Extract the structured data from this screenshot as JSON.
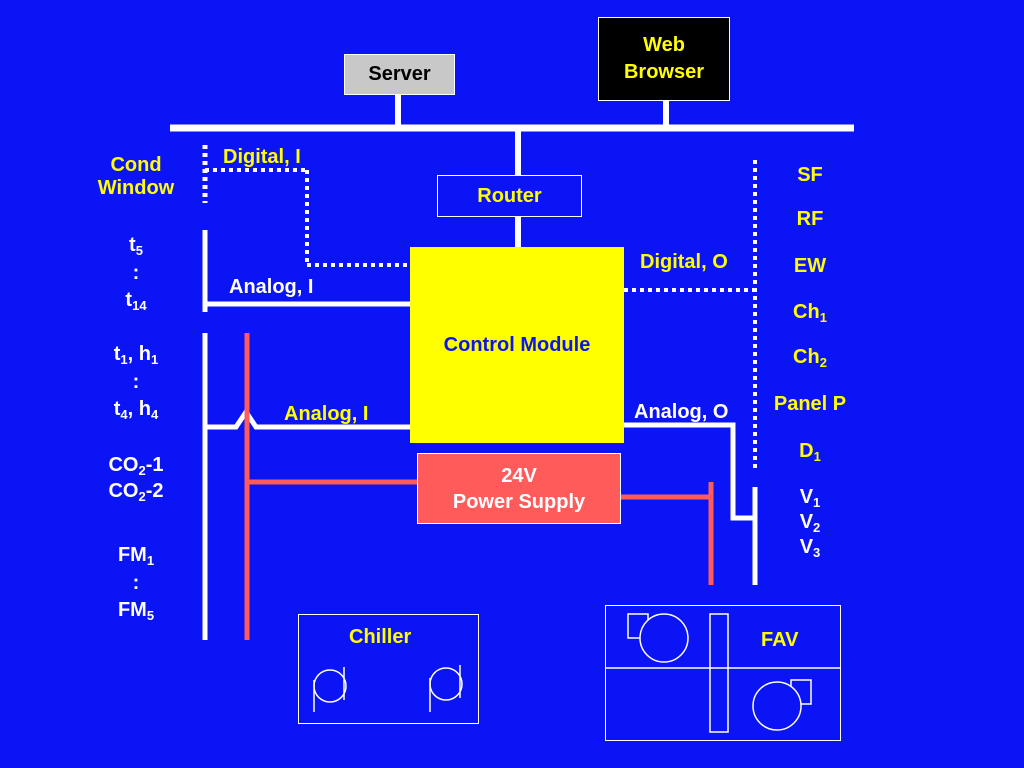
{
  "colors": {
    "background": "#0a14f5",
    "wire": "#ffffff",
    "power_wire": "#ff5b5b",
    "control_module": "#ffff00",
    "power_supply": "#ff5b5b",
    "label_yellow": "#ffff00",
    "label_white": "#ffffff"
  },
  "nodes": {
    "server": "Server",
    "web_browser_line1": "Web",
    "web_browser_line2": "Browser",
    "router": "Router",
    "control_module": "Control Module",
    "power_supply_line1": "24V",
    "power_supply_line2": "Power Supply",
    "chiller": "Chiller",
    "fav": "FAV"
  },
  "connections": {
    "digital_in": "Digital, I",
    "analog_in_top": "Analog, I",
    "analog_in_bottom": "Analog, I",
    "digital_out": "Digital, O",
    "analog_out": "Analog, O"
  },
  "left_inputs": {
    "cond_window_line1": "Cond",
    "cond_window_line2": "Window",
    "t5": {
      "base": "t",
      "sub": "5"
    },
    "colon1": ":",
    "t14": {
      "base": "t",
      "sub": "14"
    },
    "t1h1": {
      "a": "t",
      "a_sub": "1",
      "sep": ", ",
      "b": "h",
      "b_sub": "1"
    },
    "colon2": ":",
    "t4h4": {
      "a": "t",
      "a_sub": "4",
      "sep": ", ",
      "b": "h",
      "b_sub": "4"
    },
    "co2_1": {
      "base": "CO",
      "sub": "2",
      "suffix": "-1"
    },
    "co2_2": {
      "base": "CO",
      "sub": "2",
      "suffix": "-2"
    },
    "fm1": {
      "base": "FM",
      "sub": "1"
    },
    "colon3": ":",
    "fm5": {
      "base": "FM",
      "sub": "5"
    }
  },
  "right_outputs": {
    "sf": "SF",
    "rf": "RF",
    "ew": "EW",
    "ch1": {
      "base": "Ch",
      "sub": "1"
    },
    "ch2": {
      "base": "Ch",
      "sub": "2"
    },
    "panel_p": "Panel P",
    "d1": {
      "base": "D",
      "sub": "1"
    },
    "v1": {
      "base": "V",
      "sub": "1"
    },
    "v2": {
      "base": "V",
      "sub": "2"
    },
    "v3": {
      "base": "V",
      "sub": "3"
    }
  }
}
